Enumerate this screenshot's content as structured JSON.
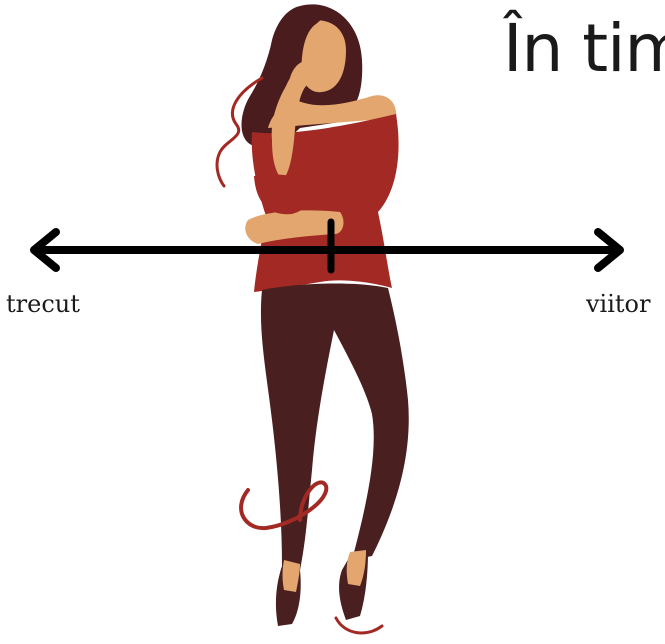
{
  "title": "În timp",
  "timeline": {
    "left_label": "trecut",
    "right_label": "viitor"
  },
  "colors": {
    "hair": "#4a1c1e",
    "skin": "#e2a66e",
    "top": "#a32a24",
    "leggings": "#4a1f20",
    "accent_squiggle": "#a32a24",
    "axis": "#000000",
    "text": "#1a1a1a"
  }
}
